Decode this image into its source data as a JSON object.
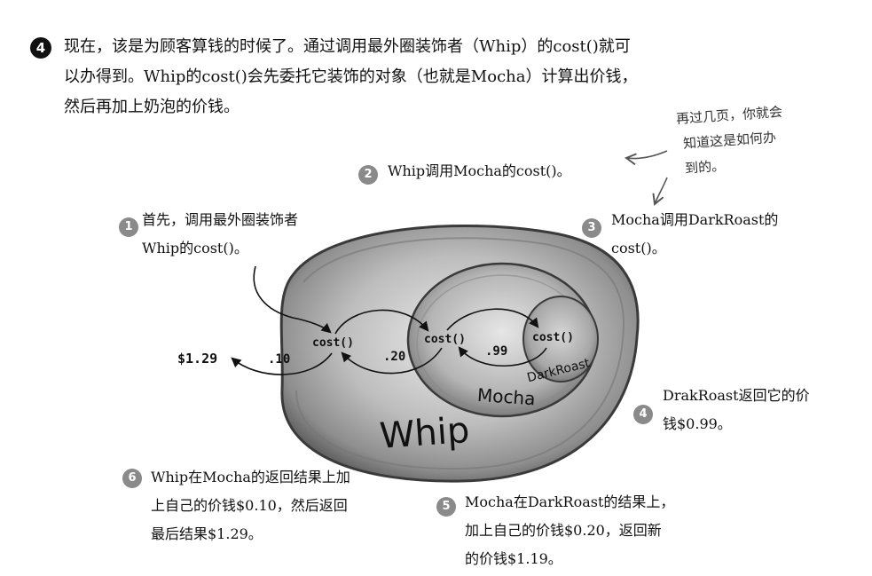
{
  "intro": {
    "step": "4",
    "lines": [
      "现在，该是为顾客算钱的时候了。通过调用最外圈装饰者（Whip）的cost()就可",
      "以办得到。Whip的cost()会先委托它装饰的对象（也就是Mocha）计算出价钱，",
      "然后再加上奶泡的价钱。"
    ]
  },
  "aside_note": [
    "再过几页，你就会",
    "知道这是如何办",
    "到的。"
  ],
  "steps": [
    {
      "num": "1",
      "lines": [
        "首先，调用最外圈装饰者",
        "Whip的cost()。"
      ]
    },
    {
      "num": "2",
      "lines": [
        "Whip调用Mocha的cost()。"
      ]
    },
    {
      "num": "3",
      "lines": [
        "Mocha调用DarkRoast的",
        "cost()。"
      ]
    },
    {
      "num": "4",
      "lines": [
        "DrakRoast返回它的价",
        "钱$0.99。"
      ]
    },
    {
      "num": "5",
      "lines": [
        "Mocha在DarkRoast的结果上，",
        "加上自己的价钱$0.20，返回新",
        "的价钱$1.19。"
      ]
    },
    {
      "num": "6",
      "lines": [
        "Whip在Mocha的返回结果上加",
        "上自己的价钱$0.10，然后返回",
        "最后结果$1.29。"
      ]
    }
  ],
  "diagram": {
    "labels": {
      "whip": "Whip",
      "mocha": "Mocha",
      "darkroast": "DarkRoast",
      "cost_whip": "cost()",
      "cost_mocha": "cost()",
      "cost_darkroast": "cost()",
      "price_whip": ".10",
      "price_mocha": ".20",
      "price_darkroast": ".99",
      "total": "$1.29"
    }
  }
}
